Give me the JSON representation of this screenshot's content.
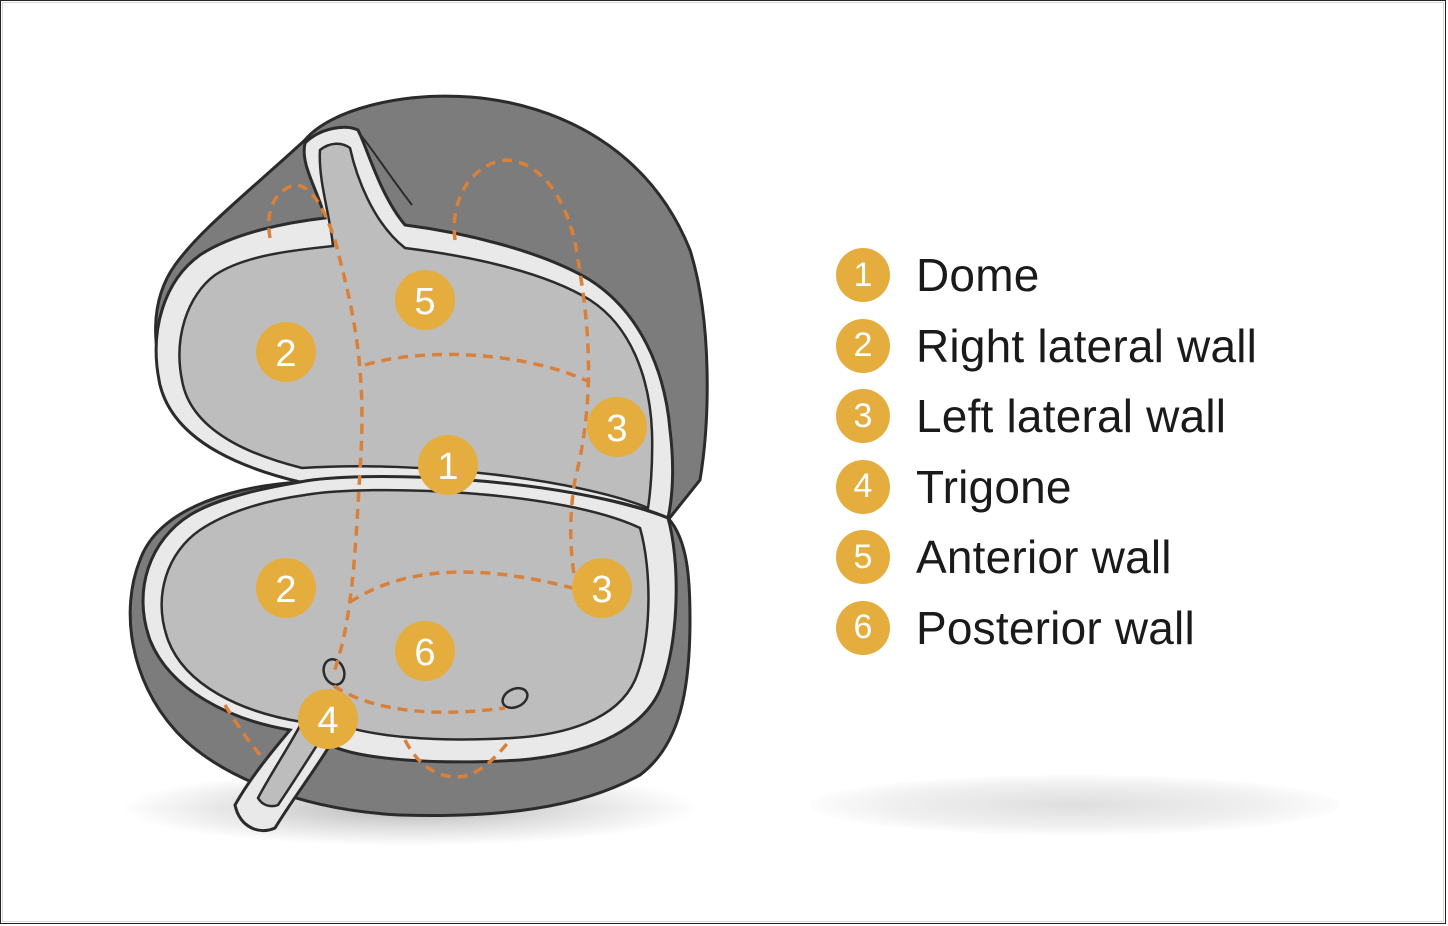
{
  "colors": {
    "badge": "#e4ad3d",
    "dashed_outline": "#d9813b",
    "outer_wall": "#7c7c7c",
    "wall_edge": "#e9e9e9",
    "interior": "#bdbdbd"
  },
  "regions": [
    {
      "number": "1",
      "label": "Dome"
    },
    {
      "number": "2",
      "label": "Right lateral wall"
    },
    {
      "number": "3",
      "label": "Left lateral wall"
    },
    {
      "number": "4",
      "label": "Trigone"
    },
    {
      "number": "5",
      "label": "Anterior wall"
    },
    {
      "number": "6",
      "label": "Posterior wall"
    }
  ]
}
